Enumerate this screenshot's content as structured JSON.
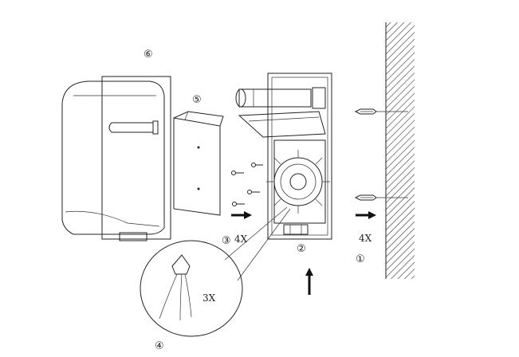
{
  "labels": {
    "step1": "①",
    "step2": "②",
    "step3": "③",
    "step4": "④",
    "step5": "⑤",
    "step6": "⑥",
    "count_4x_top": "4X",
    "count_4x_wall": "4X",
    "count_3x": "3X"
  },
  "components": {
    "wall": "hatched-wall",
    "wall_anchors": "screw-anchor-icon",
    "mounting_bracket": "bracket-with-fan",
    "cover_plate": "cover-plate",
    "housing": "outer-housing",
    "wire_connector_detail": "wire-connector-icon",
    "arrows": "arrow-icon"
  },
  "colors": {
    "line": "#222222",
    "background": "#ffffff"
  }
}
